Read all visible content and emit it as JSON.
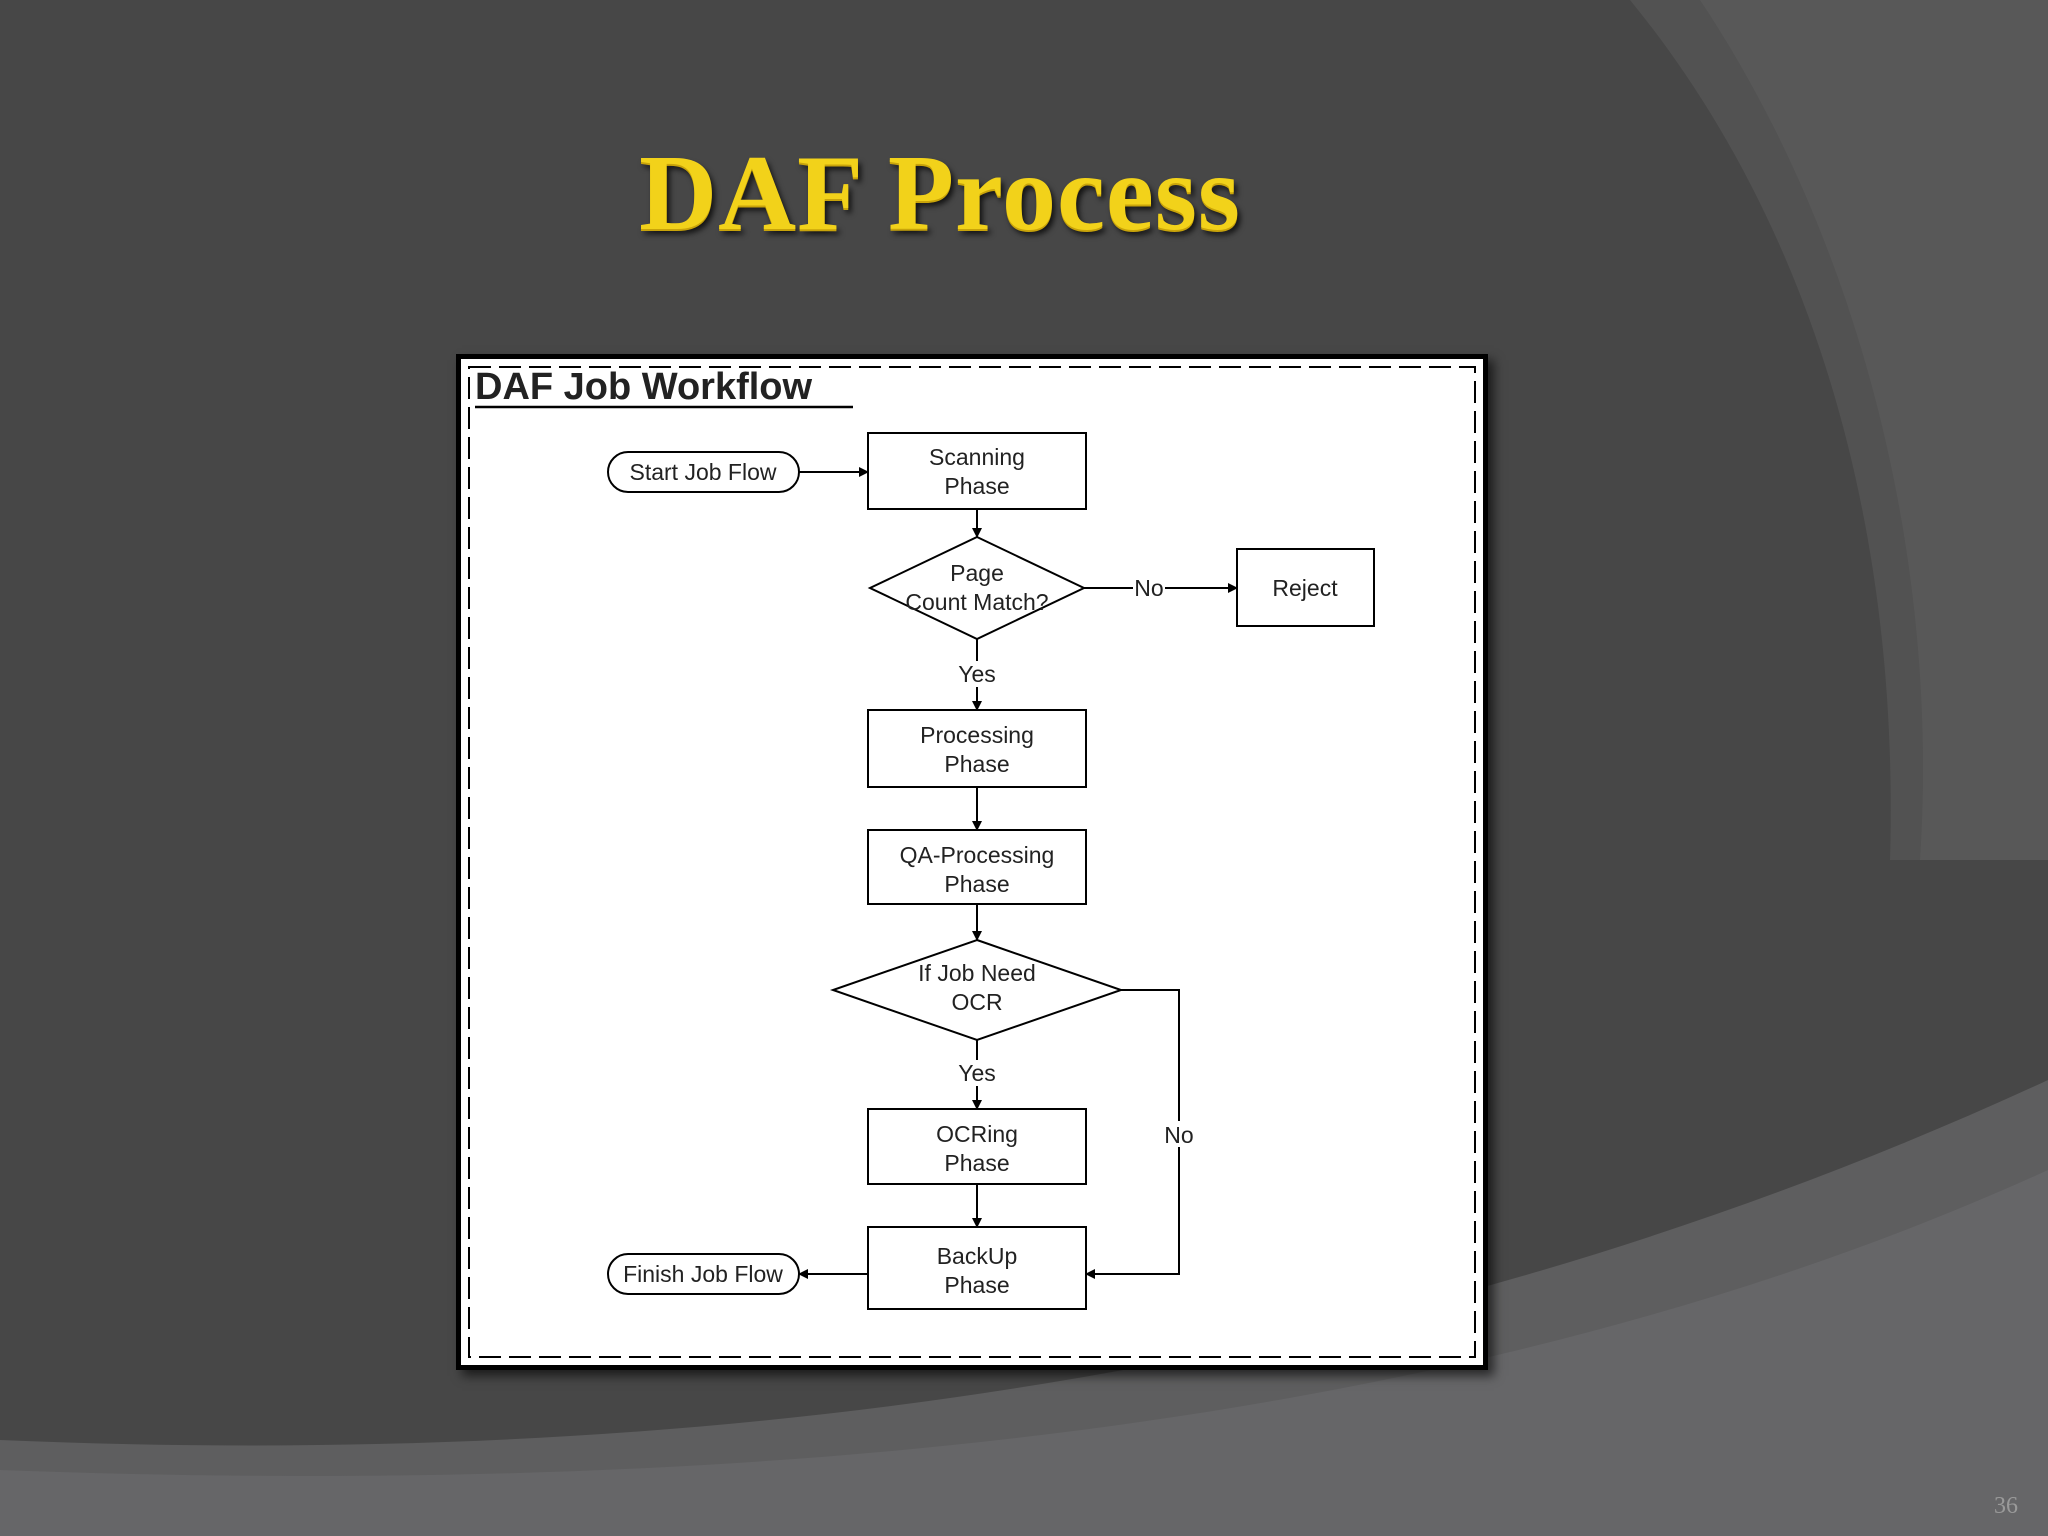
{
  "slide": {
    "title": "DAF Process",
    "page_number": "36"
  },
  "diagram": {
    "heading": "DAF Job Workflow",
    "nodes": {
      "start": "Start Job Flow",
      "scanning": [
        "Scanning",
        "Phase"
      ],
      "page_count_match": [
        "Page",
        "Count Match?"
      ],
      "reject": "Reject",
      "processing": [
        "Processing",
        "Phase"
      ],
      "qa_processing": [
        "QA-Processing",
        "Phase"
      ],
      "need_ocr": [
        "If Job Need",
        "OCR"
      ],
      "ocring": [
        "OCRing",
        "Phase"
      ],
      "backup": [
        "BackUp",
        "Phase"
      ],
      "finish": "Finish Job Flow"
    },
    "edge_labels": {
      "page_count_no": "No",
      "page_count_yes": "Yes",
      "need_ocr_yes": "Yes",
      "need_ocr_no": "No"
    }
  }
}
